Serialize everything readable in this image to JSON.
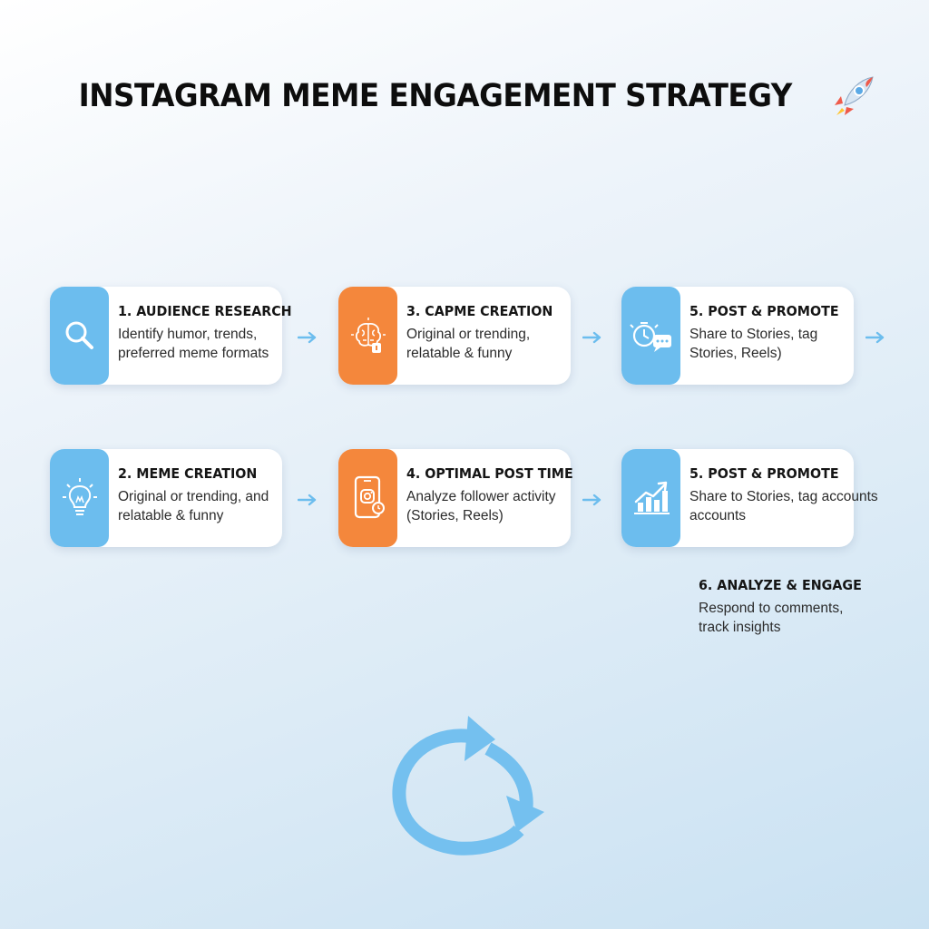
{
  "title": "INSTAGRAM MEME ENGAGEMENT STRATEGY",
  "title_icon": "rocket-icon",
  "colors": {
    "blue": "#6cbdee",
    "orange": "#f4873c",
    "arrow": "#6cbdee"
  },
  "row1": [
    {
      "title": "1. AUDIENCE RESEARCH",
      "line1": "Identify humor, trends,",
      "line2": "preferred meme formats",
      "icon": "magnifier-icon"
    },
    {
      "title": "3. CAPME CREATION",
      "line1": "Original or trending,",
      "line2": "relatable & funny",
      "icon": "brain-icon"
    },
    {
      "title": "5. POST & PROMOTE",
      "line1": "Share to Stories, tag",
      "line2": "Stories, Reels)",
      "icon": "clock-chat-icon"
    }
  ],
  "row2": [
    {
      "title": "2. MEME CREATION",
      "line1": "Original or trending, and",
      "line2": "relatable & funny",
      "icon": "lightbulb-icon"
    },
    {
      "title": "4. OPTIMAL POST TIME",
      "line1": "Analyze follower activity",
      "line2": "(Stories, Reels)",
      "icon": "phone-icon"
    },
    {
      "title": "5. POST & PROMOTE",
      "line1": "Share to Stories, tag accounts",
      "line2": "accounts",
      "icon": "growth-chart-icon"
    }
  ],
  "step6": {
    "title": "6. ANALYZE & ENGAGE",
    "line1": "Respond to comments,",
    "line2": "track insights"
  },
  "cycle_icon": "cycle-arrows-icon"
}
